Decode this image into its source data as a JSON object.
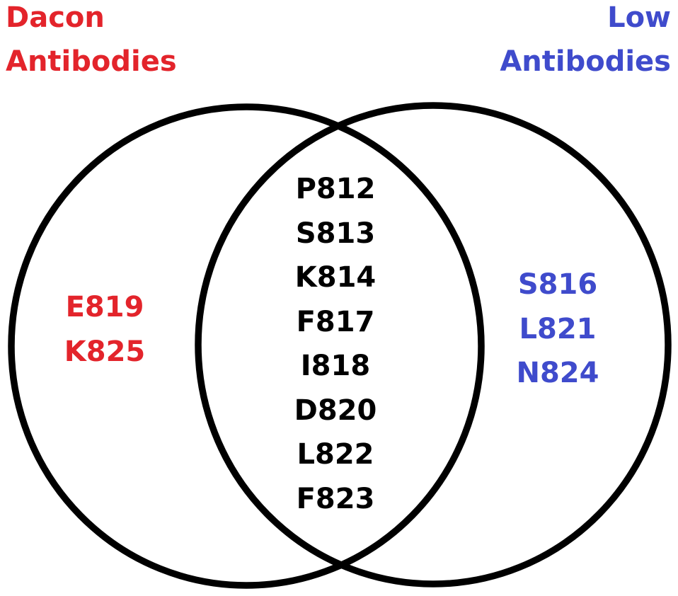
{
  "colors": {
    "dacon": "#e3242b",
    "low": "#3f4bcc",
    "shared": "#000000",
    "circle_stroke": "#000000",
    "background": "#ffffff"
  },
  "sets": {
    "left": {
      "title_line1": "Dacon",
      "title_line2": "Antibodies",
      "only_items": [
        "E819",
        "K825"
      ]
    },
    "right": {
      "title_line1": "Low",
      "title_line2": "Antibodies",
      "only_items": [
        "S816",
        "L821",
        "N824"
      ]
    },
    "intersection": {
      "items": [
        "P812",
        "S813",
        "K814",
        "F817",
        "I818",
        "D820",
        "L822",
        "F823"
      ]
    }
  }
}
